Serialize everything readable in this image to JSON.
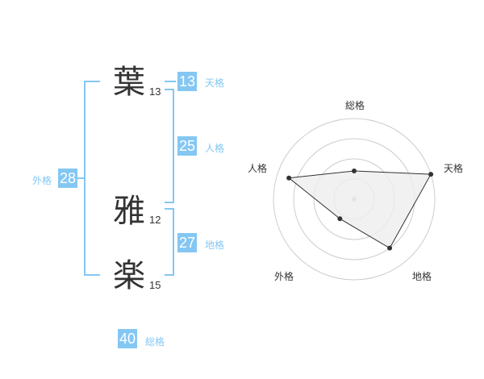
{
  "characters": [
    {
      "char": "葉",
      "strokes": "13"
    },
    {
      "char": "雅",
      "strokes": "12"
    },
    {
      "char": "楽",
      "strokes": "15"
    }
  ],
  "fortunes": {
    "tenkaku": {
      "value": "13",
      "label": "天格"
    },
    "jinkaku": {
      "value": "25",
      "label": "人格"
    },
    "chikaku": {
      "value": "27",
      "label": "地格"
    },
    "gaikaku": {
      "value": "28",
      "label": "外格"
    },
    "soukaku": {
      "value": "40",
      "label": "総格"
    }
  },
  "colors": {
    "accent": "#84c7f3",
    "text": "#333333",
    "grid": "#cccccc"
  },
  "chart_data": {
    "type": "radar",
    "axes": [
      "総格",
      "天格",
      "地格",
      "外格",
      "人格"
    ],
    "values": [
      0.35,
      1.0,
      0.75,
      0.3,
      0.85
    ],
    "max": 1.0,
    "rings": 4,
    "grid": true,
    "fill": "#eeeeee",
    "line": "#333333"
  }
}
